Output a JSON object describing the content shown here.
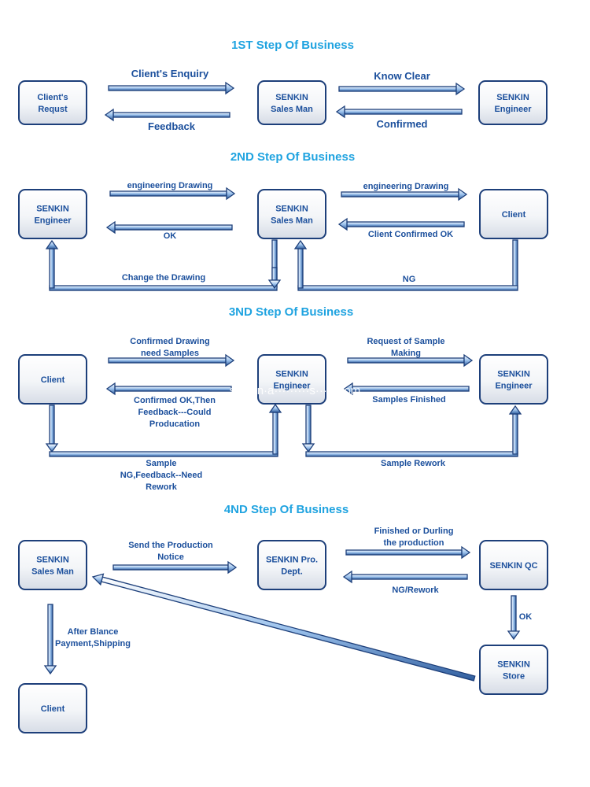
{
  "sections": [
    {
      "title": "1ST Step Of Business"
    },
    {
      "title": "2ND Step Of Business"
    },
    {
      "title": "3ND Step Of Business"
    },
    {
      "title": "4ND Step Of Business"
    }
  ],
  "boxes": [
    {
      "id": "s1-client-request",
      "lines": [
        "Client's",
        "Requst"
      ]
    },
    {
      "id": "s1-sales-man",
      "lines": [
        "SENKIN",
        "Sales Man"
      ]
    },
    {
      "id": "s1-engineer",
      "lines": [
        "SENKIN",
        "Engineer"
      ]
    },
    {
      "id": "s2-engineer",
      "lines": [
        "SENKIN",
        "Engineer"
      ]
    },
    {
      "id": "s2-sales-man",
      "lines": [
        "SENKIN",
        "Sales Man"
      ]
    },
    {
      "id": "s2-client",
      "lines": [
        "Client"
      ]
    },
    {
      "id": "s3-client",
      "lines": [
        "Client"
      ]
    },
    {
      "id": "s3-engineer-mid",
      "lines": [
        "SENKIN",
        "Engineer"
      ]
    },
    {
      "id": "s3-engineer-right",
      "lines": [
        "SENKIN",
        "Engineer"
      ]
    },
    {
      "id": "s4-sales-man",
      "lines": [
        "SENKIN",
        "Sales Man"
      ]
    },
    {
      "id": "s4-pro-dept",
      "lines": [
        "SENKIN Pro.",
        "Dept."
      ]
    },
    {
      "id": "s4-qc",
      "lines": [
        "SENKIN QC"
      ]
    },
    {
      "id": "s4-store",
      "lines": [
        "SENKIN",
        "Store"
      ]
    },
    {
      "id": "s4-client",
      "lines": [
        "Client"
      ]
    }
  ],
  "edges": [
    {
      "id": "s1-enquiry",
      "lines": [
        "Client's Enquiry"
      ]
    },
    {
      "id": "s1-feedback",
      "lines": [
        "Feedback"
      ]
    },
    {
      "id": "s1-know-clear",
      "lines": [
        "Know Clear"
      ]
    },
    {
      "id": "s1-confirmed",
      "lines": [
        "Confirmed"
      ]
    },
    {
      "id": "s2-drawing-left",
      "lines": [
        "engineering Drawing"
      ]
    },
    {
      "id": "s2-ok",
      "lines": [
        "OK"
      ]
    },
    {
      "id": "s2-drawing-right",
      "lines": [
        "engineering Drawing"
      ]
    },
    {
      "id": "s2-client-ok",
      "lines": [
        "Client Confirmed OK"
      ]
    },
    {
      "id": "s2-change-drawing",
      "lines": [
        "Change the Drawing"
      ]
    },
    {
      "id": "s2-ng",
      "lines": [
        "NG"
      ]
    },
    {
      "id": "s3-confirmed-drawing",
      "lines": [
        "Confirmed Drawing",
        "need Samples"
      ]
    },
    {
      "id": "s3-confirmed-ok",
      "lines": [
        "Confirmed OK,Then",
        "Feedback---Could",
        "Producation"
      ]
    },
    {
      "id": "s3-request-sample",
      "lines": [
        "Request of Sample",
        "Making"
      ]
    },
    {
      "id": "s3-samples-finished",
      "lines": [
        "Samples Finished"
      ]
    },
    {
      "id": "s3-sample-ng",
      "lines": [
        "Sample",
        "NG,Feedback--Need",
        "Rework"
      ]
    },
    {
      "id": "s3-sample-rework",
      "lines": [
        "Sample Rework"
      ]
    },
    {
      "id": "s4-production-notice",
      "lines": [
        "Send the Production",
        "Notice"
      ]
    },
    {
      "id": "s4-finished",
      "lines": [
        "Finished or Durling",
        "the production"
      ]
    },
    {
      "id": "s4-ng-rework",
      "lines": [
        "NG/Rework"
      ]
    },
    {
      "id": "s4-ok",
      "lines": [
        "OK"
      ]
    },
    {
      "id": "s4-after-balance",
      "lines": [
        "After Blance",
        "Payment,Shipping"
      ]
    }
  ],
  "watermark": "senkin·a·········s·····.com",
  "colors": {
    "title": "#1fa3e0",
    "text": "#1b4f9c",
    "outline": "#1d3f7a",
    "box_fill": "#f3f5f8"
  }
}
